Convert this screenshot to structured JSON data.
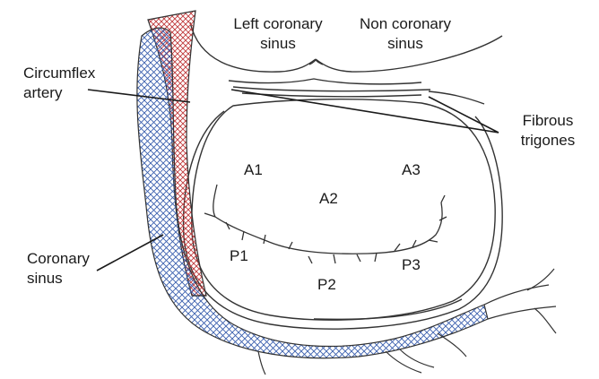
{
  "colors": {
    "circumflex_hatch": "#c0393b",
    "sinus_hatch": "#3a5fae",
    "outline": "#333333",
    "text": "#1a1a1a",
    "background": "#ffffff"
  },
  "labels": {
    "left_coronary_sinus": "Left coronary\nsinus",
    "non_coronary_sinus": "Non coronary\nsinus",
    "circumflex_artery": "Circumflex\nartery",
    "fibrous_trigones": "Fibrous\ntrigones",
    "coronary_sinus": "Coronary\nsinus"
  },
  "scallops": {
    "a1": "A1",
    "a2": "A2",
    "a3": "A3",
    "p1": "P1",
    "p2": "P2",
    "p3": "P3"
  }
}
